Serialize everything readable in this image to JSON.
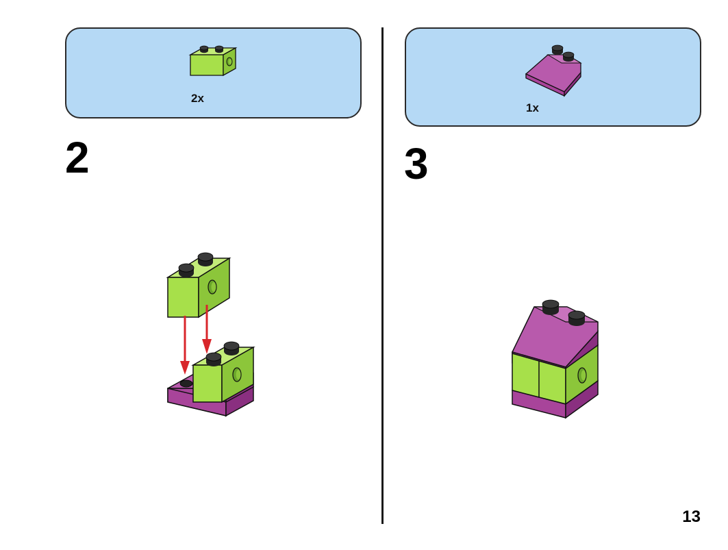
{
  "steps": [
    {
      "number": "2",
      "part_qty": "2x",
      "part_icon": "lime-technic-brick-1x2-icon"
    },
    {
      "number": "3",
      "part_qty": "1x",
      "part_icon": "magenta-slope-brick-2x2-icon"
    }
  ],
  "page_number": "13",
  "colors": {
    "lime": "#a7e04a",
    "lime_dark": "#8cc63a",
    "magenta": "#a8449a",
    "magenta_dark": "#8a2f80",
    "stud": "#222222",
    "arrow": "#d8262b",
    "parts_bg": "#b5d9f5"
  }
}
